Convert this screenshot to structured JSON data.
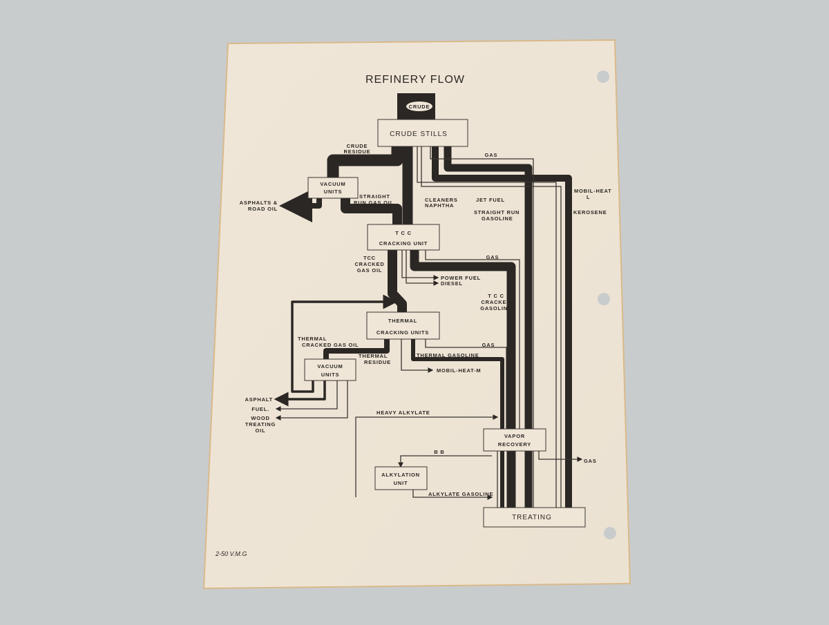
{
  "diagram": {
    "title": "REFINERY FLOW",
    "nodes": {
      "crude": "CRUDE",
      "crude_stills": "CRUDE STILLS",
      "vacuum_units_1": [
        "VACUUM",
        "UNITS"
      ],
      "tcc": [
        "T C C",
        "CRACKING  UNIT"
      ],
      "thermal": [
        "THERMAL",
        "CRACKING    UNITS"
      ],
      "vacuum_units_2": [
        "VACUUM",
        "UNITS"
      ],
      "vapor_recovery": [
        "VAPOR",
        "RECOVERY"
      ],
      "alkylation": [
        "ALKYLATION",
        "UNIT"
      ],
      "treating": "TREATING"
    },
    "streams": {
      "crude_residue": [
        "CRUDE",
        "RESIDUE"
      ],
      "asphalts_road_oil": [
        "ASPHALTS &",
        "ROAD OIL"
      ],
      "straight_run_gas_oil": [
        "STRAIGHT",
        "RUN GAS OIL"
      ],
      "gas_stills": "GAS",
      "cleaners_naphtha": [
        "CLEANERS",
        "NAPHTHA"
      ],
      "jet_fuel": "JET FUEL",
      "straight_run_gasoline": [
        "STRAIGHT RUN",
        "GASOLINE"
      ],
      "mobil_heat_l": [
        "MOBIL-HEAT",
        "L"
      ],
      "kerosene": "KEROSENE",
      "tcc_cracked_gas_oil": [
        "TCC",
        "CRACKED",
        "GAS OIL"
      ],
      "gas_tcc": "GAS",
      "power_fuel": "POWER FUEL",
      "diesel": "DIESEL",
      "tcc_cracked_gasoline": [
        "T C C",
        "CRACKED",
        "GASOLINE"
      ],
      "thermal_cracked_gas_oil": [
        "THERMAL",
        "CRACKED GAS OIL"
      ],
      "thermal_residue": [
        "THERMAL",
        "RESIDUE"
      ],
      "gas_thermal": "GAS",
      "thermal_gasoline": "THERMAL GASOLINE",
      "mobil_heat_m": "MOBIL-HEAT-M",
      "asphalt": "ASPHALT",
      "fuel": "FUEL.",
      "wood_treating_oil": [
        "WOOD",
        "TREATING",
        "OIL"
      ],
      "heavy_alkylate": "HEAVY ALKYLATE",
      "bb": "B B",
      "gas_out": "GAS",
      "alkylate_gasoline": "ALKYLATE GASOLINE"
    },
    "signature": "2-50 V.M.G"
  }
}
